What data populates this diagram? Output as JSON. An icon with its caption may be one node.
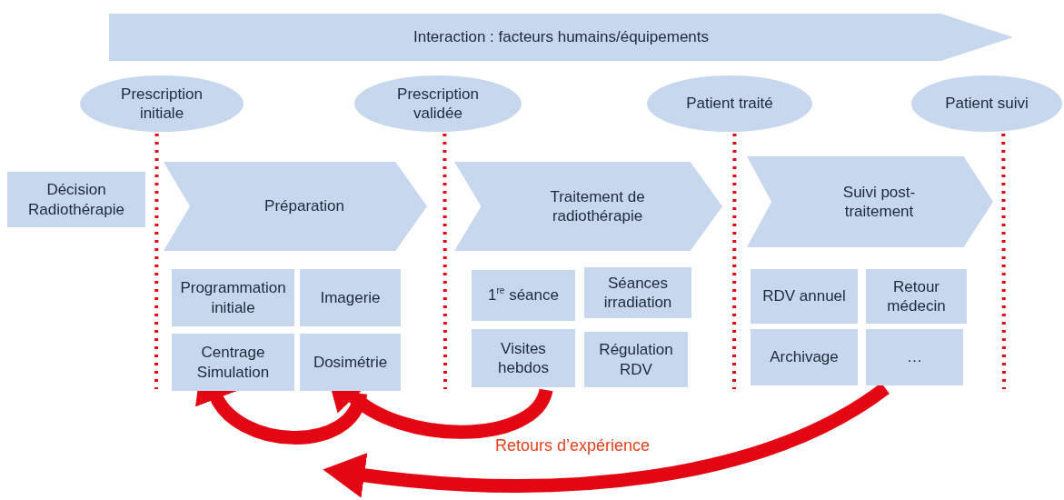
{
  "diagram": {
    "nodes": [
      {
        "text": [
          "Interaction : facteurs humains/équipements"
        ]
      },
      {
        "text": [
          "Prescription initiale"
        ]
      },
      {
        "text": [
          "Prescription validée"
        ]
      },
      {
        "text": [
          "Patient traité"
        ]
      },
      {
        "text": [
          "Patient suivi"
        ]
      },
      {
        "text": [
          "Décision Radiothérapie"
        ]
      },
      {
        "text": [
          "Préparation"
        ]
      },
      {
        "text": [
          "Traitement de radiothérapie"
        ]
      },
      {
        "text": [
          "Suivi post-traitement"
        ]
      },
      {
        "text": [
          "Programmation initiale"
        ]
      },
      {
        "text": [
          "Imagerie"
        ]
      },
      {
        "text": [
          "Centrage Simulation"
        ]
      },
      {
        "text": [
          "Dosimétrie"
        ]
      },
      {
        "text": [
          "1$^{re}$ séance"
        ]
      },
      {
        "text": [
          "Séances irradiation"
        ]
      },
      {
        "text": [
          "Visites hebdos"
        ]
      },
      {
        "text": [
          "Régulation RDV"
        ]
      },
      {
        "text": [
          "RDV annuel"
        ]
      },
      {
        "text": [
          "Retour médecin"
        ]
      },
      {
        "text": [
          "Archivage"
        ]
      },
      {
        "text": [
          "…"
        ]
      }
    ],
    "edges": [
      {
        "from": 1,
        "to": null,
        "arrow": "none",
        "style": "dashed"
      },
      {
        "from": 2,
        "to": null,
        "arrow": "none",
        "style": "dashed"
      },
      {
        "from": 3,
        "to": null,
        "arrow": "none",
        "style": "dashed"
      },
      {
        "from": 4,
        "to": null,
        "arrow": "none",
        "style": "dashed"
      },
      {
        "from": 12,
        "to": 11,
        "arrow": "to",
        "style": "thick"
      },
      {
        "from": 15,
        "to": 12,
        "arrow": "to",
        "style": "thick"
      },
      {
        "from": 20,
        "to": null,
        "arrow": "to",
        "style": "thick"
      }
    ],
    "labels": [
      "Retours d’expérience"
    ]
  }
}
